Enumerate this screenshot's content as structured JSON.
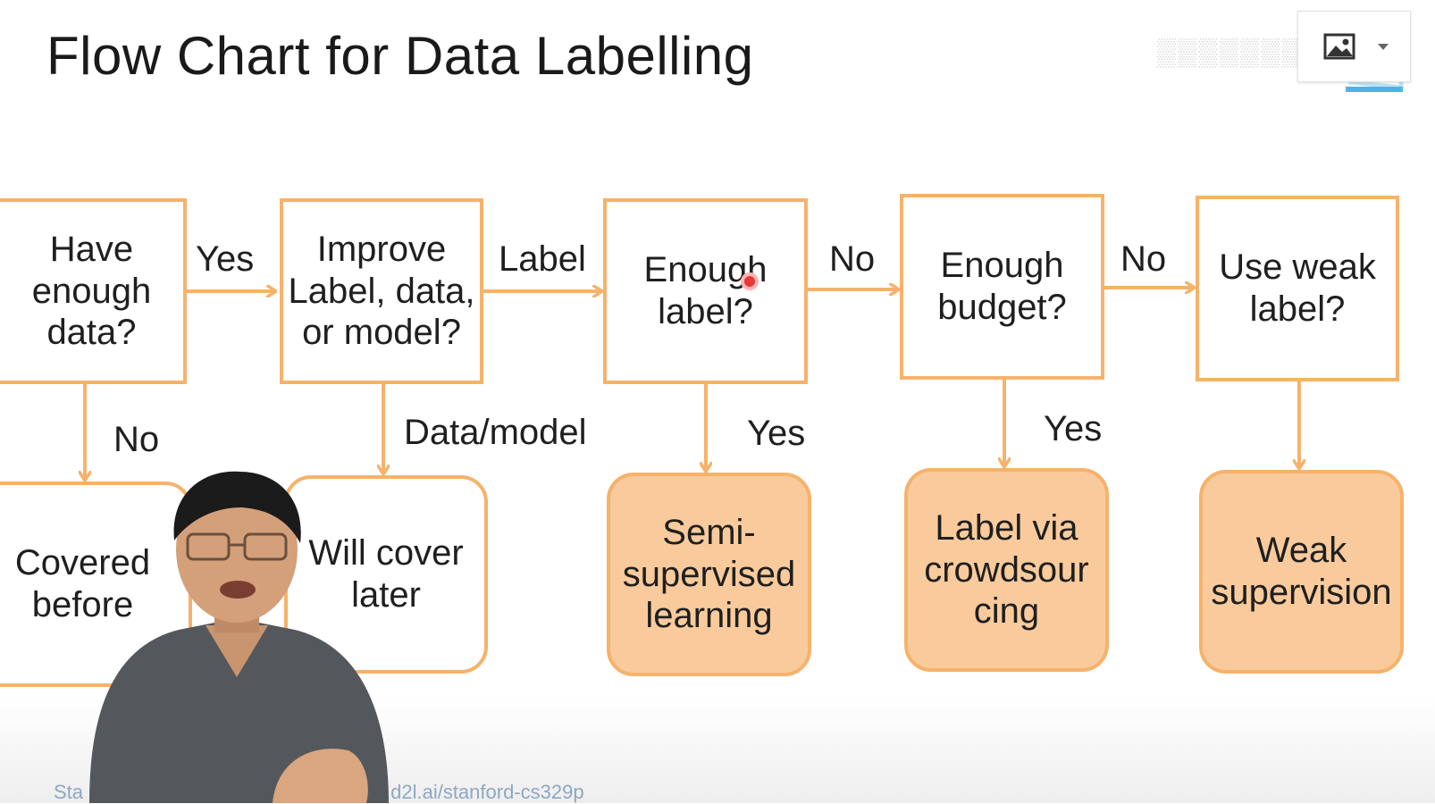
{
  "slide": {
    "title": "Flow Chart for Data Labelling"
  },
  "nodes": {
    "have_data": "Have\nenough\ndata?",
    "improve": "Improve\nLabel, data,\nor model?",
    "enough_label": "Enough\nlabel?",
    "enough_budget": "Enough\nbudget?",
    "weak_label_q": "Use weak\nlabel?",
    "covered": "Covered\nbefore",
    "will_cover": "Will cover\nlater",
    "semi": "Semi-\nsupervised\nlearning",
    "crowdsource": "Label via\ncrowdsour\ncing",
    "weak_supervision": "Weak\nsupervision"
  },
  "edges": {
    "have_yes": "Yes",
    "improve_label": "Label",
    "enough_label_no": "No",
    "budget_no": "No",
    "have_no": "No",
    "improve_data_model": "Data/model",
    "enough_label_yes": "Yes",
    "budget_yes": "Yes"
  },
  "footer": {
    "left": "Sta",
    "link": "c.d2l.ai/stanford-cs329p"
  },
  "colors": {
    "accent": "#f6b26b",
    "fill": "#f9cb9c"
  },
  "icons": {
    "player": "image-icon",
    "dropdown": "caret-down-icon"
  }
}
